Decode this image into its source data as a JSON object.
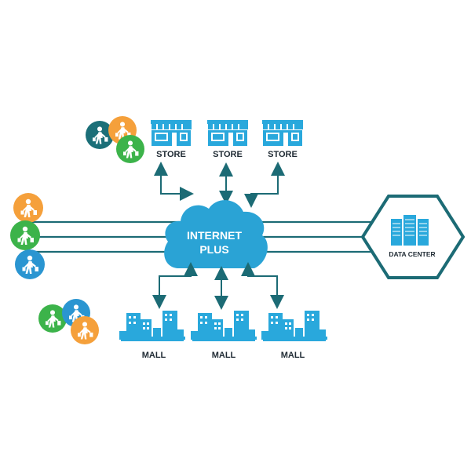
{
  "cloud": {
    "line1": "INTERNET",
    "line2": "PLUS"
  },
  "stores": [
    {
      "label": "STORE"
    },
    {
      "label": "STORE"
    },
    {
      "label": "STORE"
    }
  ],
  "malls": [
    {
      "label": "MALL"
    },
    {
      "label": "MALL"
    },
    {
      "label": "MALL"
    }
  ],
  "data_center": {
    "label": "DATA CENTER"
  },
  "colors": {
    "line": "#1c6b75",
    "arrow": "#1c6b75",
    "cloud": "#2aa3d5",
    "store": "#29a8dc",
    "mall": "#29a8dc",
    "server": "#29a8dc",
    "circle_teal": "#1b6f78",
    "circle_orange": "#f5a03b",
    "circle_green": "#3cb34a",
    "circle_blue": "#2a95d1"
  },
  "icons": [
    "shopper-icon",
    "store-icon",
    "mall-icon",
    "cloud-icon",
    "server-icon",
    "arrow-icon"
  ]
}
